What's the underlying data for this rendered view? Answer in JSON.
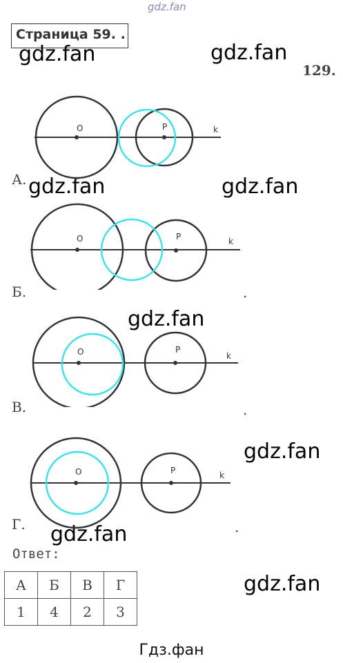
{
  "watermark_top": "gdz.fan",
  "watermark": "gdz.fan",
  "page_label": "Страница 59. .",
  "task_number": "129.",
  "figures": [
    {
      "label": "А.",
      "center_label": "O",
      "other_label": "P",
      "line_label": "k"
    },
    {
      "label": "Б.",
      "center_label": "O",
      "other_label": "P",
      "line_label": "k",
      "trailing": "."
    },
    {
      "label": "В.",
      "center_label": "O",
      "other_label": "P",
      "line_label": "k",
      "trailing": "."
    },
    {
      "label": "Г.",
      "center_label": "O",
      "other_label": "P",
      "line_label": "k",
      "trailing": "."
    }
  ],
  "answer_label": "Ответ:",
  "answer_table": {
    "headers": [
      "А",
      "Б",
      "В",
      "Г"
    ],
    "values": [
      "1",
      "4",
      "2",
      "3"
    ]
  },
  "footer": "Гдз.фан",
  "colors": {
    "circle": "#333333",
    "highlight": "#40e0e8",
    "text": "#444444"
  }
}
